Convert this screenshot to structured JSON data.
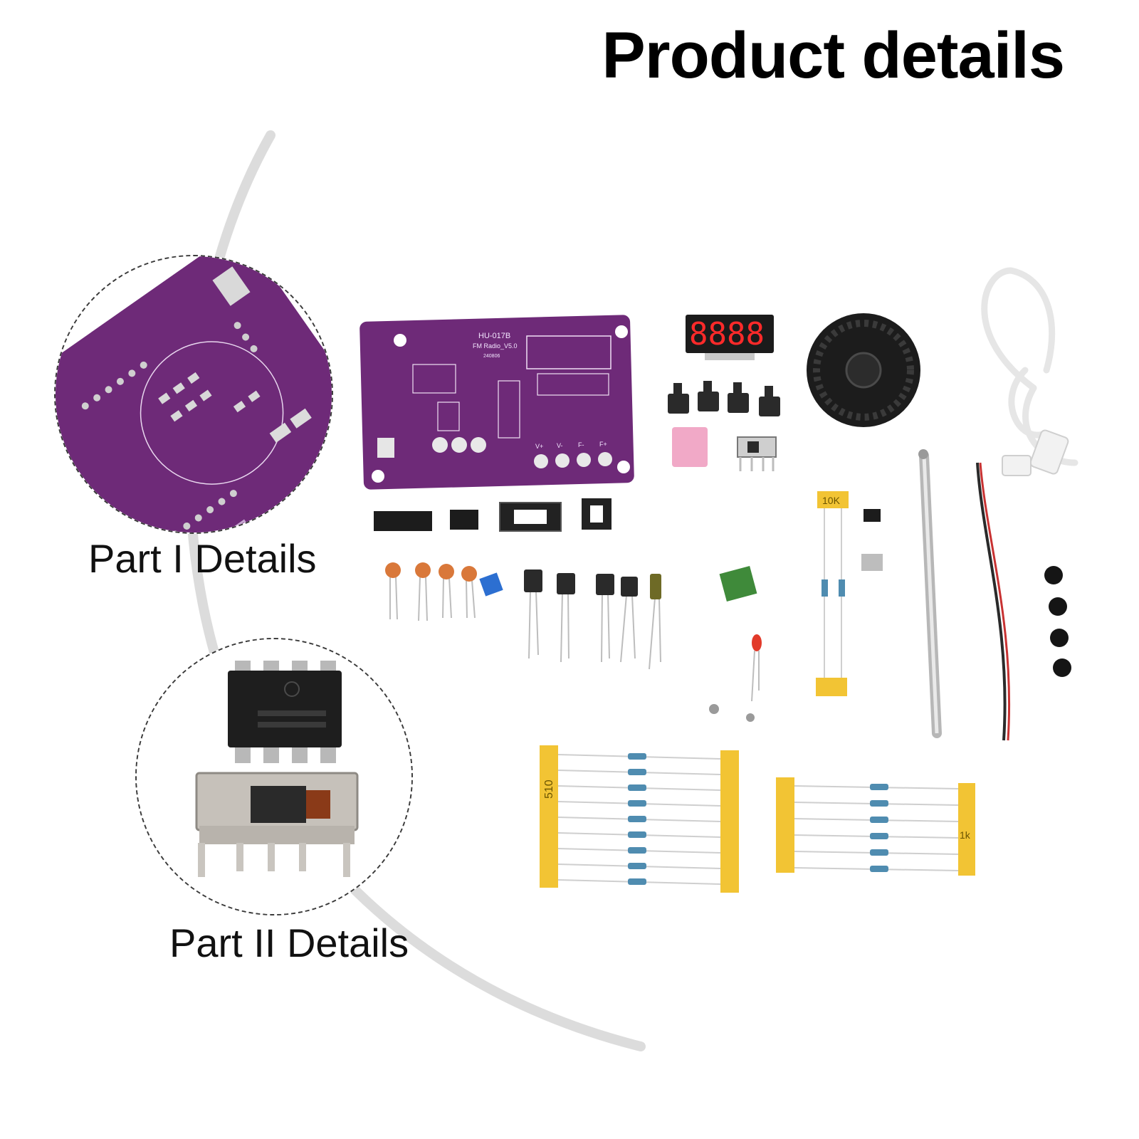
{
  "header": {
    "title": "Product details"
  },
  "callouts": [
    {
      "label": "Part I Details"
    },
    {
      "label": "Part II Details"
    }
  ],
  "board": {
    "model": "HU-017B",
    "name": "FM Radio_V5.0",
    "date": "240806",
    "buttons": [
      "V+",
      "V-",
      "F-",
      "F+"
    ]
  },
  "tapes": {
    "left_value": "510",
    "right_value": "1k",
    "small_value": "10K"
  },
  "colors": {
    "pcb": "#6e2a78",
    "tape": "#f2c434",
    "display_red": "#ff2a2a",
    "speaker": "#1c1c1c",
    "cable": "#ffffff"
  }
}
